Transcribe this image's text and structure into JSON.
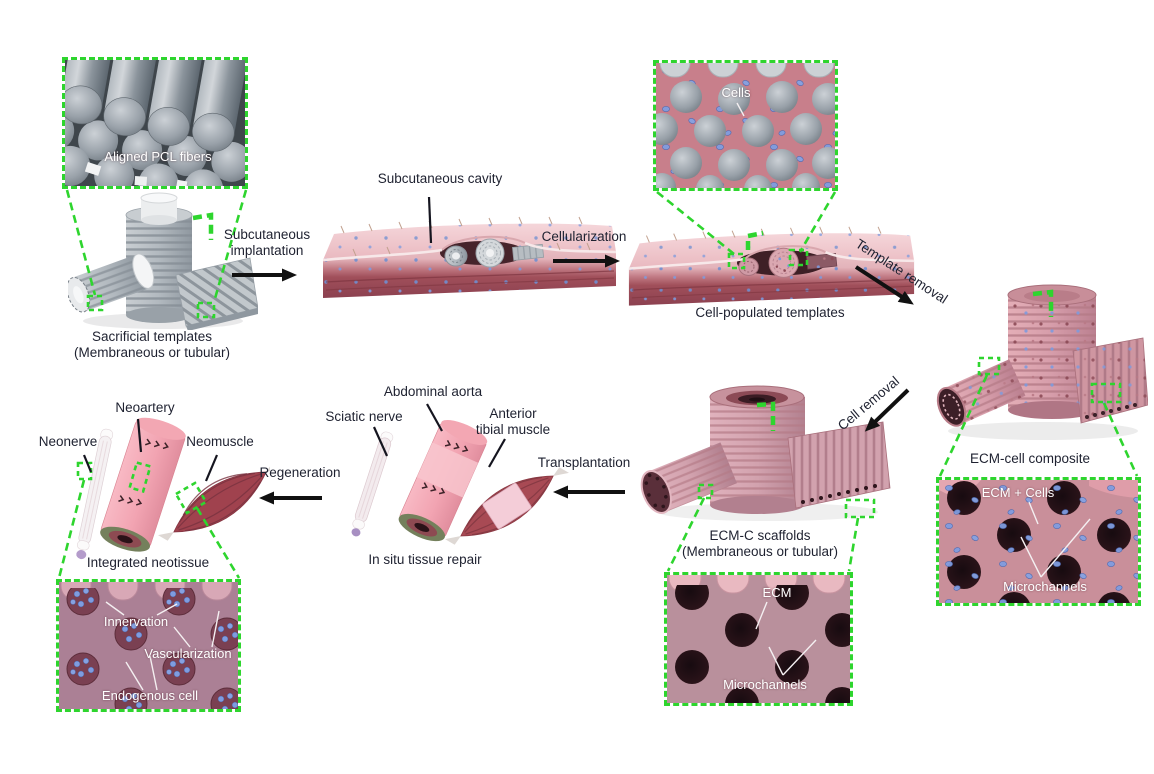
{
  "figure_type": "tissue-engineering-workflow-diagram",
  "colors": {
    "highlight_green": "#2ed52e",
    "label_text": "#1e2130",
    "inset_label_text": "#ffffff",
    "arrow_black": "#111111",
    "template_gray": "#b4babf",
    "tissue_pink": "#eec3c8",
    "deep_muscle_red": "#a04f5a",
    "ecm_pink": "#cf96a1",
    "cell_blue": "#7d9ade"
  },
  "insets": {
    "pcl_fibers": {
      "caption": "Aligned PCL fibers"
    },
    "cells": {
      "caption": "Cells"
    },
    "ecm_cell": {
      "label_top": "ECM + Cells",
      "label_bottom": "Microchannels"
    },
    "ecm": {
      "label_top": "ECM",
      "label_bottom": "Microchannels"
    },
    "neotissue": {
      "label_top": "Innervation",
      "label_mid": "Vascularization",
      "label_bottom": "Endogenous cell"
    }
  },
  "stages": {
    "sacrificial_templates": {
      "caption_line1": "Sacrificial templates",
      "caption_line2": "(Membraneous or tubular)"
    },
    "subcutaneous_cavity": {
      "callout": "Subcutaneous cavity"
    },
    "cell_populated": {
      "caption": "Cell-populated templates"
    },
    "ecm_cell_composite": {
      "caption": "ECM-cell composite"
    },
    "ecm_c_scaffolds": {
      "caption_line1": "ECM-C scaffolds",
      "caption_line2": "(Membraneous or tubular)"
    },
    "in_situ_repair": {
      "caption": "In situ tissue repair",
      "callout_nerve": "Sciatic nerve",
      "callout_aorta": "Abdominal aorta",
      "callout_muscle_line1": "Anterior",
      "callout_muscle_line2": "tibial muscle"
    },
    "integrated_neotissue": {
      "caption": "Integrated neotissue",
      "callout_nerve": "Neonerve",
      "callout_artery": "Neoartery",
      "callout_muscle": "Neomuscle"
    }
  },
  "arrows": {
    "implantation": {
      "line1": "Subcutaneous",
      "line2": "implantation"
    },
    "cellularization": {
      "label": "Cellularization"
    },
    "template_removal": {
      "label": "Template removal"
    },
    "cell_removal": {
      "label": "Cell removal"
    },
    "transplantation": {
      "label": "Transplantation"
    },
    "regeneration": {
      "label": "Regeneration"
    }
  }
}
